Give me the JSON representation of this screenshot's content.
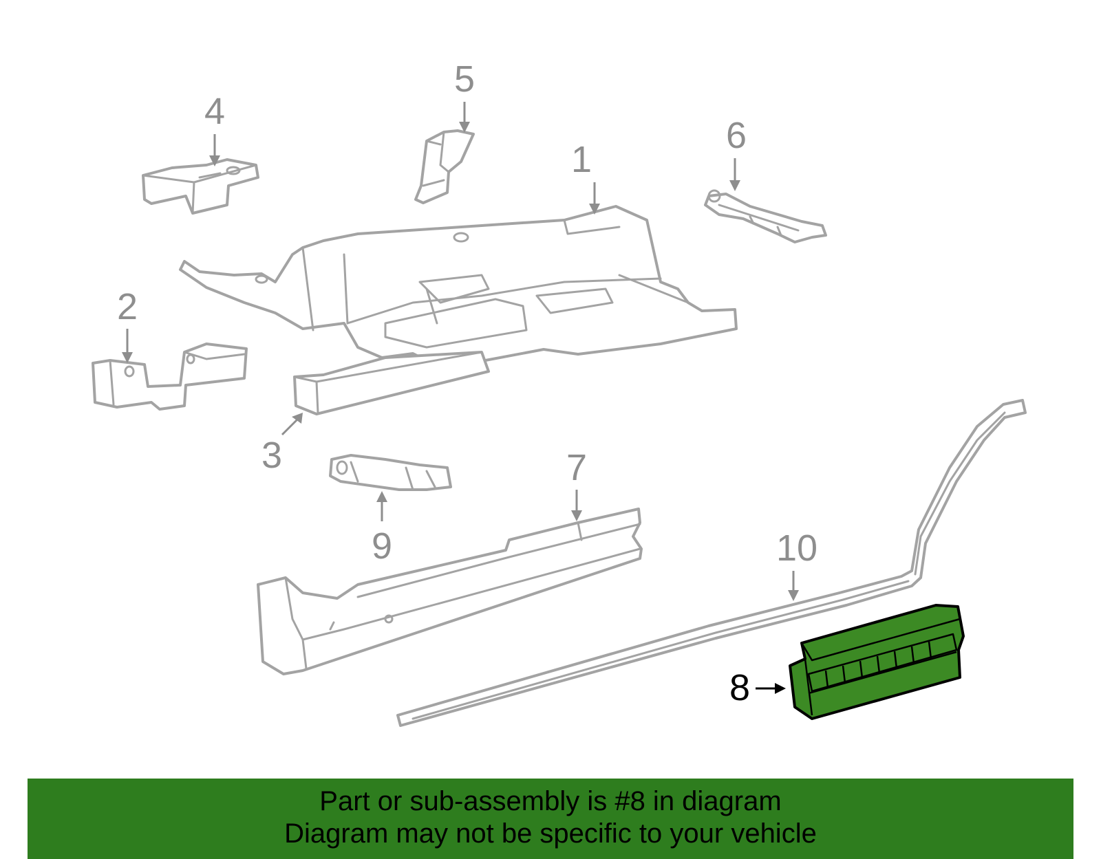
{
  "diagram": {
    "callouts": {
      "c1": "1",
      "c2": "2",
      "c3": "3",
      "c4": "4",
      "c5": "5",
      "c6": "6",
      "c7": "7",
      "c8": "8",
      "c9": "9",
      "c10": "10"
    },
    "highlighted_part": "8",
    "colors": {
      "highlight_fill": "#3c8a24",
      "banner_background": "#2e7d1e",
      "part_outline": "#a3a3a3"
    }
  },
  "banner": {
    "line1": "Part or sub-assembly is #8 in diagram",
    "line2": "Diagram may not be specific to your vehicle"
  }
}
